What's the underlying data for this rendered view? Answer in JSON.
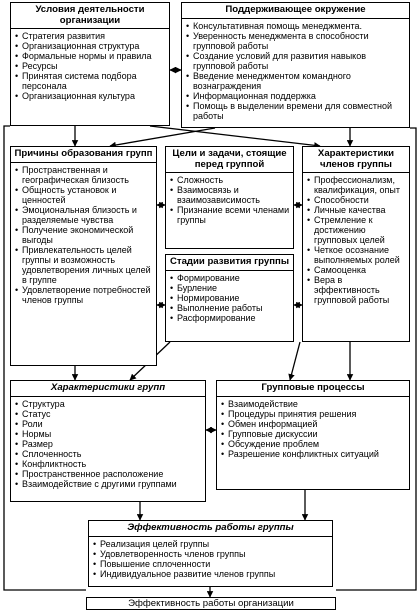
{
  "boxes": {
    "conditions": {
      "title": "Условия деятельности организации",
      "items": [
        "Стратегия развития",
        "Организационная структура",
        "Формальные нормы и правила",
        "Ресурсы",
        "Принятая система подбора персонала",
        "Организационная культура"
      ]
    },
    "environment": {
      "title": "Поддерживающее окружение",
      "items": [
        "Консультативная помощь менеджмента.",
        "Уверенность менеджмента в способности групповой работы",
        "Создание условий для развития навыков групповой работы",
        "Введение менеджментом командного вознаграждения",
        "Информационная поддержка",
        "Помощь в выделении времени для совместной работы"
      ]
    },
    "reasons": {
      "title": "Причины образования групп",
      "items": [
        "Пространственная и географическая близость",
        "Общность установок и ценностей",
        "Эмоциональная близость и разделяемые чувства",
        "Получение экономической выгоды",
        "Привлекательность целей группы и возможность удовлетворения личных целей в группе",
        "Удовлетворение потребностей членов группы"
      ]
    },
    "goals": {
      "title": "Цели и задачи, стоящие перед группой",
      "items": [
        "Сложность",
        "Взаимосвязь и взаимозависимость",
        "Признание всеми членами группы"
      ]
    },
    "stages": {
      "title": "Стадии развития группы",
      "items": [
        "Формирование",
        "Бурление",
        "Нормирование",
        "Выполнение работы",
        "Расформирование"
      ]
    },
    "members": {
      "title": "Характеристики членов группы",
      "items": [
        "Профессионализм, квалификация, опыт",
        "Способности",
        "Личные качества",
        "Стремление к достижению групповых целей",
        "Четкое осознание выполняемых ролей",
        "Самооценка",
        "Вера в эффективность групповой работы"
      ]
    },
    "group_chars": {
      "title": "Характеристики групп",
      "items": [
        "Структура",
        "Статус",
        "Роли",
        "Нормы",
        "Размер",
        "Сплоченность",
        "Конфликтность",
        "Пространственное расположение",
        "Взаимодействие с другими группами"
      ]
    },
    "processes": {
      "title": "Групповые процессы",
      "items": [
        "Взаимодействие",
        "Процедуры принятия решения",
        "Обмен информацией",
        "Групповые дискуссии",
        "Обсуждение проблем",
        "Разрешение конфликтных ситуаций"
      ]
    },
    "effectiveness": {
      "title": "Эффективность работы группы",
      "items": [
        "Реализация целей группы",
        "Удовлетворенность членов группы",
        "Повышение сплоченности",
        "Индивидуальное развитие членов группы"
      ]
    }
  },
  "bottom_label": "Эффективность работы организации"
}
